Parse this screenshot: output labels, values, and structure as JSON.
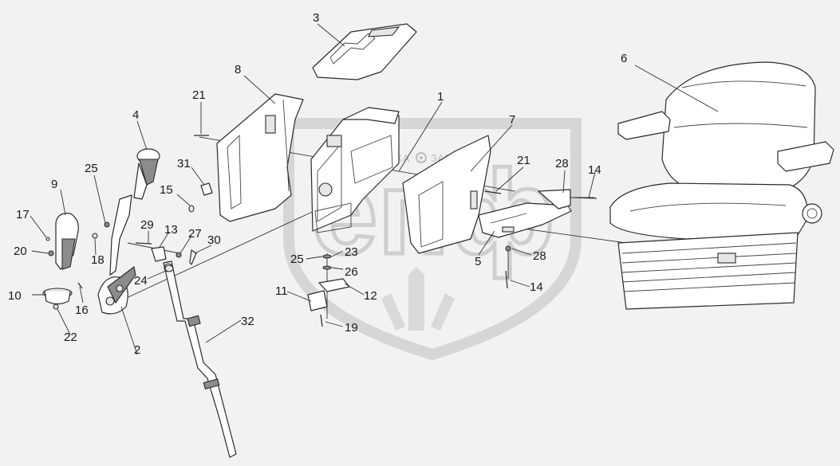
{
  "watermark": {
    "logo_text": "епф",
    "left_text": "ТЕХНИКА",
    "right_text": "ЗАПЧАСТИ",
    "icon": "gear-icon"
  },
  "callouts": {
    "c1": "1",
    "c2": "2",
    "c3": "3",
    "c4": "4",
    "c5": "5",
    "c6": "6",
    "c7": "7",
    "c8": "8",
    "c9": "9",
    "c10": "10",
    "c11": "11",
    "c12": "12",
    "c13": "13",
    "c14a": "14",
    "c14b": "14",
    "c15": "15",
    "c16": "16",
    "c17": "17",
    "c18": "18",
    "c19": "19",
    "c20": "20",
    "c21a": "21",
    "c21b": "21",
    "c22": "22",
    "c23": "23",
    "c24": "24",
    "c25a": "25",
    "c25b": "25",
    "c26": "26",
    "c27": "27",
    "c28a": "28",
    "c28b": "28",
    "c29": "29",
    "c30": "30",
    "c31": "31",
    "c32": "32"
  }
}
